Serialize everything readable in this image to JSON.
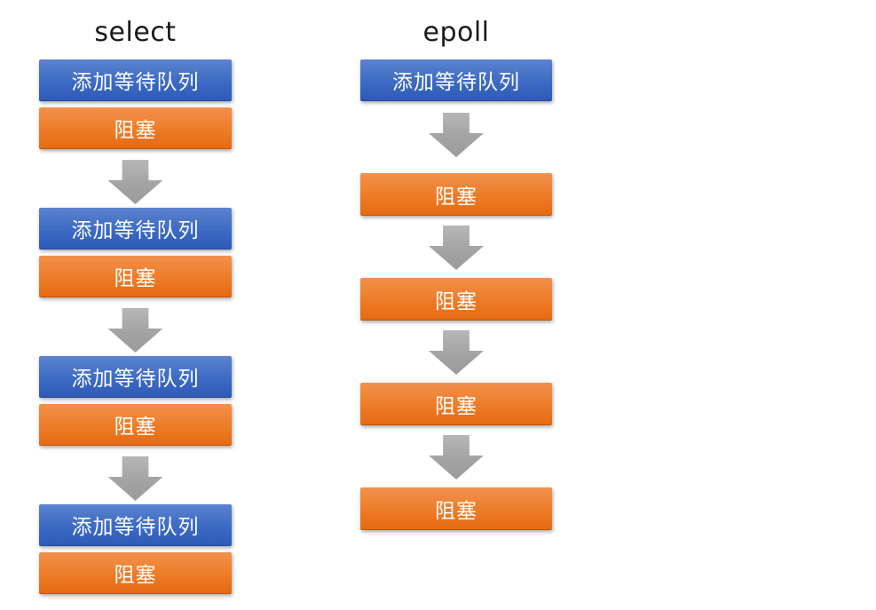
{
  "diagram": {
    "columns": [
      {
        "title": "select",
        "nodes": [
          {
            "kind": "box-blue",
            "label": "添加等待队列"
          },
          {
            "kind": "box-orange",
            "label": "阻塞"
          },
          {
            "kind": "arrow-down"
          },
          {
            "kind": "box-blue",
            "label": "添加等待队列"
          },
          {
            "kind": "box-orange",
            "label": "阻塞"
          },
          {
            "kind": "arrow-down"
          },
          {
            "kind": "box-blue",
            "label": "添加等待队列"
          },
          {
            "kind": "box-orange",
            "label": "阻塞"
          },
          {
            "kind": "arrow-down"
          },
          {
            "kind": "box-blue",
            "label": "添加等待队列"
          },
          {
            "kind": "box-orange",
            "label": "阻塞"
          }
        ]
      },
      {
        "title": "epoll",
        "nodes": [
          {
            "kind": "box-blue",
            "label": "添加等待队列"
          },
          {
            "kind": "arrow-down"
          },
          {
            "kind": "box-orange",
            "label": "阻塞"
          },
          {
            "kind": "arrow-down"
          },
          {
            "kind": "box-orange",
            "label": "阻塞"
          },
          {
            "kind": "arrow-down"
          },
          {
            "kind": "box-orange",
            "label": "阻塞"
          },
          {
            "kind": "arrow-down"
          },
          {
            "kind": "box-orange",
            "label": "阻塞"
          }
        ]
      }
    ],
    "colors": {
      "box_blue_top": "#5b83cf",
      "box_blue_bottom": "#2d5bb5",
      "box_orange_top": "#f2914c",
      "box_orange_bottom": "#e56a12",
      "arrow_gray": "#a6a6a6",
      "box_text": "#ffffff",
      "title_text": "#1a1a1a",
      "background": "#ffffff"
    }
  }
}
